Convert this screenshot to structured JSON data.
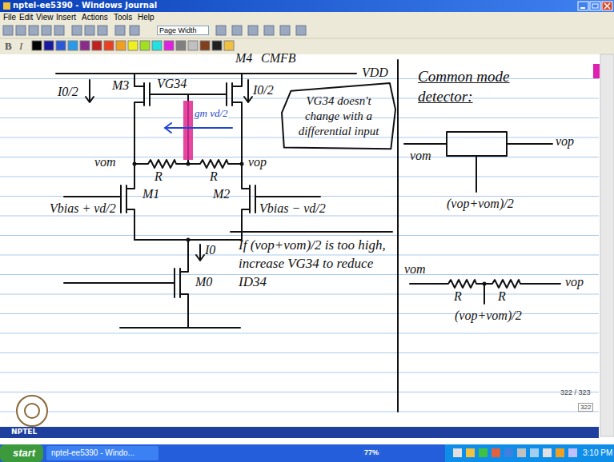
{
  "diagram": {
    "nodes": [
      {
        "text": [
          "VG34 doesn't change with a differential input"
        ]
      }
    ],
    "labels": [
      "nptel-ee5390 - Windows Journal",
      "File",
      "Edit",
      "View",
      "Insert",
      "Actions",
      "Tools",
      "Help",
      "Page Width",
      "B",
      "I",
      "VDD",
      "I0/2",
      "M3",
      "VG34",
      "M4",
      "CMFB",
      "I0/2",
      "gm vd/2",
      "vom",
      "R",
      "R",
      "vop",
      "M1",
      "M2",
      "Vbias + vd/2",
      "Vbias − vd/2",
      "I0",
      "M0",
      "If (vop+vom)/2 is too high, increase VG34 to reduce ID34",
      "Common mode detector:",
      "vom",
      "vop",
      "(vop+vom)/2",
      "vom",
      "R",
      "R",
      "vop",
      "(vop+vom)/2",
      "322 / 323",
      "322",
      "NPTEL",
      "start",
      "nptel-ee5390 - Windo...",
      "77%",
      "3:10 PM"
    ]
  }
}
